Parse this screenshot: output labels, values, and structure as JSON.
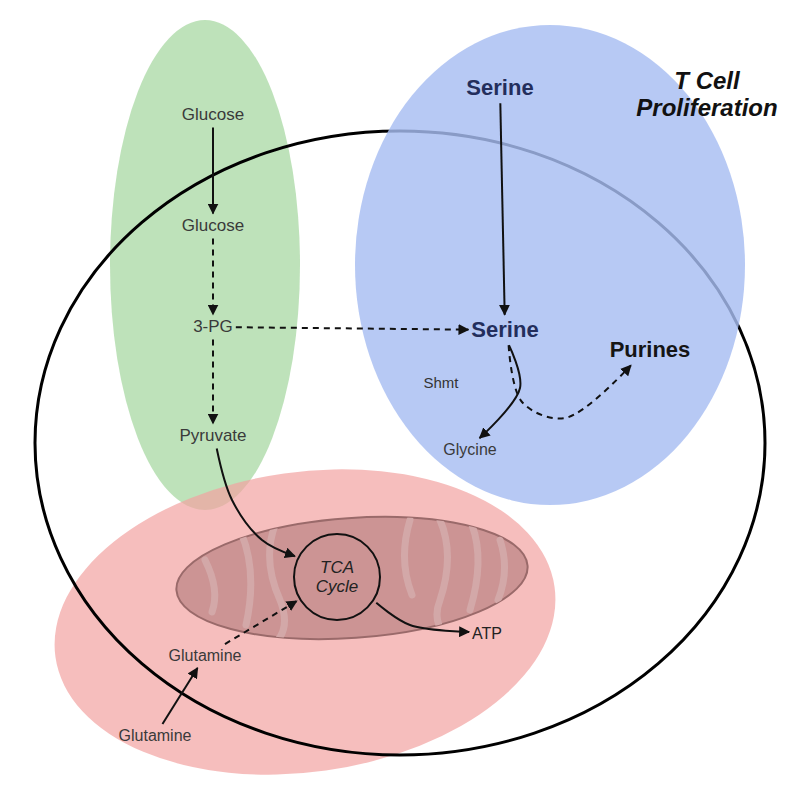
{
  "diagram": {
    "nodes": [
      {
        "text": [
          "Glucose"
        ]
      },
      {
        "text": [
          "T Cell Proliferation"
        ]
      },
      {
        "text": [
          "Serine"
        ],
        "in": 1
      },
      {
        "text": [
          "Glucose"
        ]
      },
      {
        "text": [
          "3-PG"
        ]
      },
      {
        "text": [
          "Serine"
        ],
        "in": 1
      },
      {
        "text": [
          "Purines"
        ],
        "in": 1
      },
      {
        "text": [
          "Glycine"
        ],
        "in": 1
      },
      {
        "text": [
          "Pyruvate"
        ]
      },
      {
        "text": [
          "TCA Cycle"
        ]
      },
      {
        "text": [
          "ATP"
        ]
      },
      {
        "text": [
          "Glutamine"
        ]
      },
      {
        "text": [
          "Glutamine"
        ]
      }
    ],
    "edges": [
      {
        "from": 0,
        "to": 3,
        "arrow": "to"
      },
      {
        "from": 3,
        "to": 4,
        "arrow": "to"
      },
      {
        "from": 4,
        "to": 8,
        "arrow": "to"
      },
      {
        "from": 4,
        "to": 5,
        "arrow": "to"
      },
      {
        "from": 2,
        "to": 5,
        "arrow": "to"
      },
      {
        "from": 5,
        "to": 7,
        "arrow": "to",
        "label": "Shmt"
      },
      {
        "from": 5,
        "to": 6,
        "arrow": "to"
      },
      {
        "from": 8,
        "to": 9,
        "arrow": "to"
      },
      {
        "from": 9,
        "to": 10,
        "arrow": "to"
      },
      {
        "from": 12,
        "to": 11,
        "arrow": "to"
      },
      {
        "from": 11,
        "to": 9,
        "arrow": "to"
      }
    ]
  }
}
